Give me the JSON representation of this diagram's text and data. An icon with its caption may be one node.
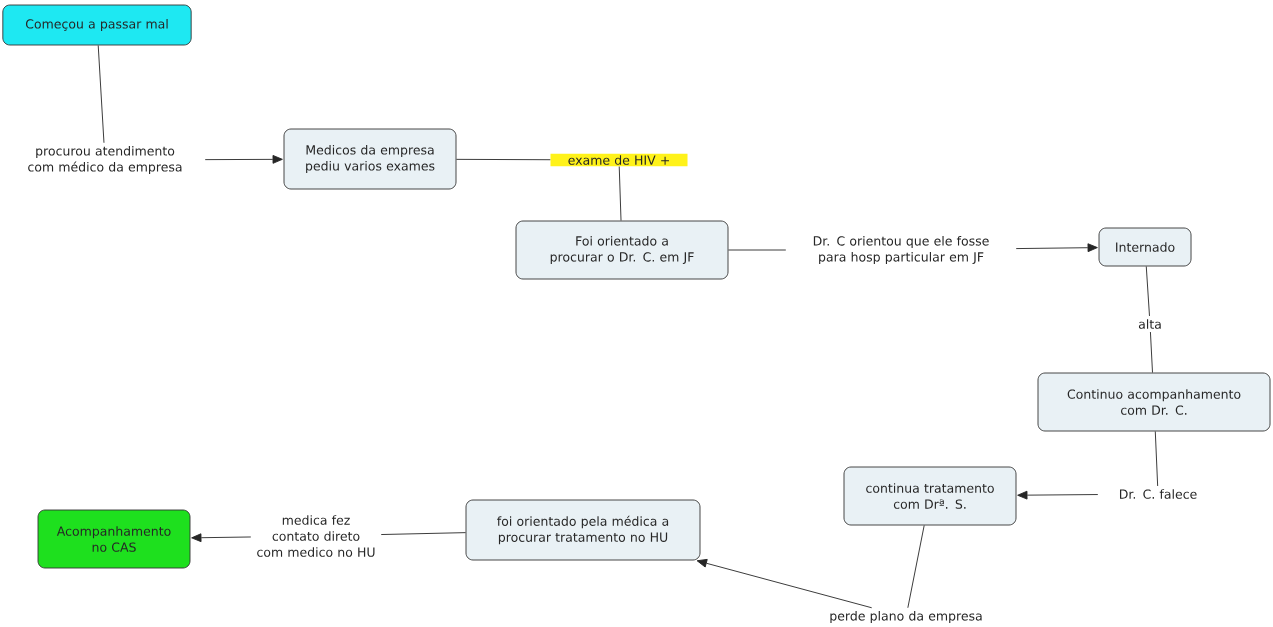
{
  "diagram": {
    "nodes": [
      {
        "text": [
          "Começou a passar mal"
        ]
      },
      {
        "text": [
          "procurou atendimento com médico da empresa"
        ]
      },
      {
        "text": [
          "Medicos da empresa pediu varios exames"
        ]
      },
      {
        "text": [
          "exame de HIV +"
        ]
      },
      {
        "text": [
          "Foi orientado a procurar o Dr. C. em JF"
        ]
      },
      {
        "text": [
          "Dr. C orientou que ele fosse para hosp particular em JF"
        ]
      },
      {
        "text": [
          "Internado"
        ]
      },
      {
        "text": [
          "alta"
        ]
      },
      {
        "text": [
          "Continuo acompanhamento com Dr. C."
        ]
      },
      {
        "text": [
          "Dr. C. falece"
        ]
      },
      {
        "text": [
          "continua tratamento com Drª. S."
        ]
      },
      {
        "text": [
          "perde plano da empresa"
        ]
      },
      {
        "text": [
          "foi orientado pela médica a procurar tratamento no HU"
        ]
      },
      {
        "text": [
          "medica fez contato direto com medico no HU"
        ]
      },
      {
        "text": [
          "Acompanhamento no CAS"
        ]
      }
    ],
    "edges": [
      {
        "from": 0,
        "to": 1,
        "arrow": "none"
      },
      {
        "from": 1,
        "to": 2,
        "arrow": "to"
      },
      {
        "from": 2,
        "to": 3,
        "arrow": "none"
      },
      {
        "from": 3,
        "to": 4,
        "arrow": "none"
      },
      {
        "from": 4,
        "to": 5,
        "arrow": "none"
      },
      {
        "from": 5,
        "to": 6,
        "arrow": "to"
      },
      {
        "from": 6,
        "to": 7,
        "arrow": "none"
      },
      {
        "from": 7,
        "to": 8,
        "arrow": "none"
      },
      {
        "from": 8,
        "to": 9,
        "arrow": "none"
      },
      {
        "from": 9,
        "to": 10,
        "arrow": "to"
      },
      {
        "from": 10,
        "to": 11,
        "arrow": "none"
      },
      {
        "from": 11,
        "to": 12,
        "arrow": "to"
      },
      {
        "from": 12,
        "to": 13,
        "arrow": "none"
      },
      {
        "from": 13,
        "to": 14,
        "arrow": "to"
      }
    ]
  }
}
